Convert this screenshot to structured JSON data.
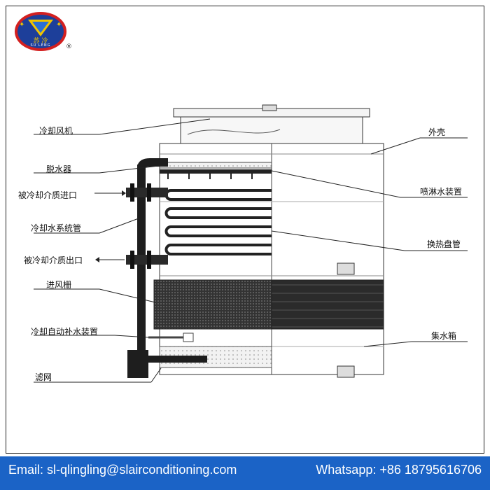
{
  "logo": {
    "brand_text": "苏 冷",
    "sub_text": "SU LENG",
    "registered_mark": "®"
  },
  "labels": {
    "fan": "冷却风机",
    "drift_eliminator": "脱水器",
    "inlet": "被冷却介质进口",
    "water_pipe": "冷却水系统管",
    "outlet": "被冷却介质出口",
    "air_inlet_grille": "进风栅",
    "auto_makeup": "冷却自动补水装置",
    "filter": "滤网",
    "shell": "外壳",
    "spray": "喷淋水装置",
    "coil": "换热盘管",
    "basin": "集水箱"
  },
  "footer": {
    "email": "Email: sl-qlingling@slairconditioning.com",
    "whatsapp": "Whatsapp: +86 18795616706"
  },
  "colors": {
    "footer_bg": "#1b63c6",
    "logo_blue": "#1d3f9a",
    "logo_red": "#d32020",
    "logo_yellow": "#f1c400"
  }
}
